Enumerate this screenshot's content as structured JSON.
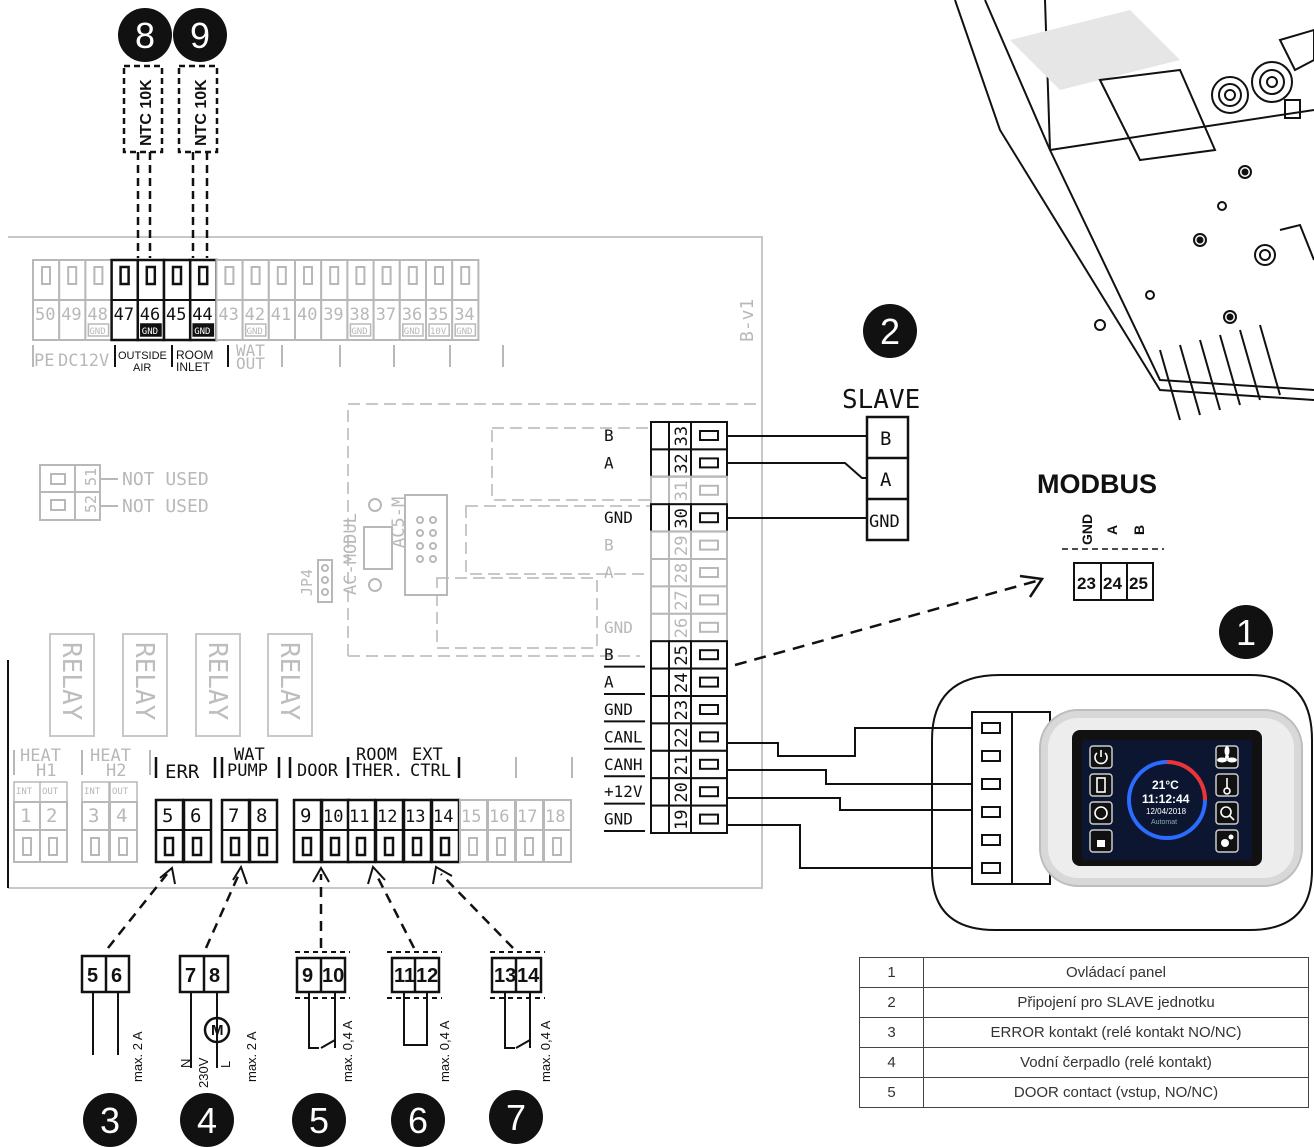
{
  "board": {
    "top_terminals": [
      {
        "n": "50",
        "gnd": false,
        "dark": false
      },
      {
        "n": "49",
        "gnd": false,
        "dark": false
      },
      {
        "n": "48",
        "gnd": true,
        "dark": false
      },
      {
        "n": "47",
        "gnd": false,
        "dark": true
      },
      {
        "n": "46",
        "gnd": true,
        "dark": true
      },
      {
        "n": "45",
        "gnd": false,
        "dark": true
      },
      {
        "n": "44",
        "gnd": true,
        "dark": true
      },
      {
        "n": "43",
        "gnd": false,
        "dark": false
      },
      {
        "n": "42",
        "gnd": true,
        "dark": false
      },
      {
        "n": "41",
        "gnd": false,
        "dark": false
      },
      {
        "n": "40",
        "gnd": false,
        "dark": false
      },
      {
        "n": "39",
        "gnd": false,
        "dark": false
      },
      {
        "n": "38",
        "gnd": true,
        "dark": false
      },
      {
        "n": "37",
        "gnd": false,
        "dark": false
      },
      {
        "n": "36",
        "gnd": true,
        "dark": false
      },
      {
        "n": "35",
        "gnd": false,
        "dark": false,
        "sub": "10V"
      },
      {
        "n": "34",
        "gnd": true,
        "dark": false
      }
    ],
    "gnd_label": "GND",
    "group_pe": "PE",
    "group_dc12v": "DC12V",
    "group_outside": "OUTSIDE",
    "group_air": "AIR",
    "group_room": "ROOM",
    "group_inlet": "INLET",
    "group_wat": "WAT",
    "group_out": "OUT",
    "version": "B-v1",
    "ntc_label": "NTC 10K",
    "not_used_1": "NOT USED",
    "not_used_2": "NOT USED",
    "not_used_nums": [
      "51",
      "52"
    ],
    "relay": "RELAY",
    "jp4": "JP4",
    "ac_modul": "AC-MODUL",
    "ac5m": "AC5-M",
    "bottom_terminals": [
      {
        "n": "1",
        "dark": false
      },
      {
        "n": "2",
        "dark": false
      },
      {
        "n": "3",
        "dark": false
      },
      {
        "n": "4",
        "dark": false
      },
      {
        "n": "5",
        "dark": true
      },
      {
        "n": "6",
        "dark": true
      },
      {
        "n": "7",
        "dark": true
      },
      {
        "n": "8",
        "dark": true
      },
      {
        "n": "9",
        "dark": true
      },
      {
        "n": "10",
        "dark": true
      },
      {
        "n": "11",
        "dark": true
      },
      {
        "n": "12",
        "dark": true
      },
      {
        "n": "13",
        "dark": true
      },
      {
        "n": "14",
        "dark": true
      },
      {
        "n": "15",
        "dark": false
      },
      {
        "n": "16",
        "dark": false
      },
      {
        "n": "17",
        "dark": false
      },
      {
        "n": "18",
        "dark": false
      }
    ],
    "int_label": "INT",
    "out_label": "OUT",
    "heat": "HEAT",
    "h1": "H1",
    "h2": "H2",
    "err": "ERR",
    "wat": "WAT",
    "pump": "PUMP",
    "door": "DOOR",
    "room": "ROOM",
    "ext": "EXT",
    "ther_ctrl": "THER.",
    "ctrl": "CTRL",
    "right_terminals": [
      {
        "n": "33",
        "label": "B",
        "dark": true
      },
      {
        "n": "32",
        "label": "A",
        "dark": true
      },
      {
        "n": "31",
        "label": "",
        "dark": false
      },
      {
        "n": "30",
        "label": "GND",
        "dark": true
      },
      {
        "n": "29",
        "label": "B",
        "dark": false
      },
      {
        "n": "28",
        "label": "A",
        "dark": false
      },
      {
        "n": "27",
        "label": "",
        "dark": false
      },
      {
        "n": "26",
        "label": "GND",
        "dark": false
      },
      {
        "n": "25",
        "label": "B",
        "dark": true
      },
      {
        "n": "24",
        "label": "A",
        "dark": true
      },
      {
        "n": "23",
        "label": "GND",
        "dark": true
      },
      {
        "n": "22",
        "label": "CANL",
        "dark": true
      },
      {
        "n": "21",
        "label": "CANH",
        "dark": true
      },
      {
        "n": "20",
        "label": "+12V",
        "dark": true
      },
      {
        "n": "19",
        "label": "GND",
        "dark": true
      }
    ]
  },
  "slave": {
    "title": "SLAVE",
    "b": "B",
    "a": "A",
    "gnd": "GND"
  },
  "modbus": {
    "title": "MODBUS",
    "cols": [
      "GND",
      "A",
      "B"
    ],
    "nums": [
      "23",
      "24",
      "25"
    ]
  },
  "badges": [
    "1",
    "2",
    "3",
    "4",
    "5",
    "6",
    "7",
    "8",
    "9"
  ],
  "panel_screen": {
    "temp": "21°C",
    "time": "11:12:44",
    "date": "12/04/2018",
    "mode": "Automat"
  },
  "peripherals": {
    "p3": {
      "pins": [
        "5",
        "6"
      ],
      "rating": "max. 2 A"
    },
    "p4": {
      "pins": [
        "7",
        "8"
      ],
      "rating": "max. 2 A",
      "n": "N",
      "l": "L",
      "v": "230V",
      "motor": "M"
    },
    "p5": {
      "pins": [
        "9",
        "10"
      ],
      "rating": "max. 0,4 A"
    },
    "p6": {
      "pins": [
        "11",
        "12"
      ],
      "rating": "max. 0,4 A"
    },
    "p7": {
      "pins": [
        "13",
        "14"
      ],
      "rating": "max. 0,4 A"
    }
  },
  "legend": [
    {
      "num": "1",
      "text": "Ovládací panel"
    },
    {
      "num": "2",
      "text": "Připojení pro SLAVE jednotku"
    },
    {
      "num": "3",
      "text": "ERROR kontakt (relé kontakt NO/NC)"
    },
    {
      "num": "4",
      "text": "Vodní čerpadlo (relé kontakt)"
    },
    {
      "num": "5",
      "text": "DOOR contact (vstup, NO/NC)"
    }
  ],
  "colors": {
    "dark": "#111111",
    "gray": "#b8b8b8",
    "light_bg": "#f4f4f4"
  }
}
